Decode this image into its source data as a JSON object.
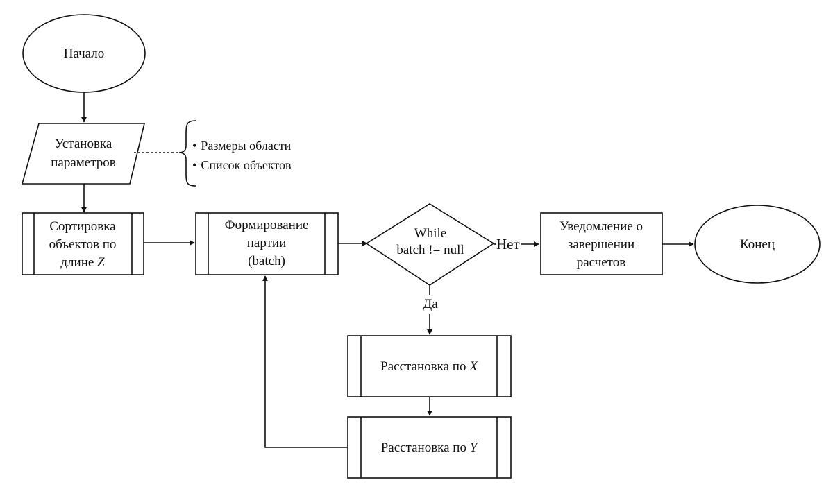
{
  "nodes": {
    "start": {
      "label": "Начало"
    },
    "params": {
      "line1": "Установка",
      "line2": "параметров"
    },
    "params_notes": {
      "items": [
        "Размеры области",
        "Список объектов"
      ],
      "bullet": "•"
    },
    "sort": {
      "line1": "Сортировка",
      "line2": "объектов по",
      "line3_text": "длине ",
      "line3_var": "Z"
    },
    "batch": {
      "line1": "Формирование",
      "line2": "партии",
      "line3": "(batch)"
    },
    "while": {
      "line1": "While",
      "line2": "batch != null"
    },
    "notify": {
      "line1": "Уведомление о",
      "line2": "завершении",
      "line3": "расчетов"
    },
    "end": {
      "label": "Конец"
    },
    "place_x": {
      "text": "Расстановка по ",
      "var": "X"
    },
    "place_y": {
      "text": "Расстановка по ",
      "var": "Y"
    }
  },
  "edges": {
    "no_label": "Нет",
    "yes_label": "Да"
  }
}
